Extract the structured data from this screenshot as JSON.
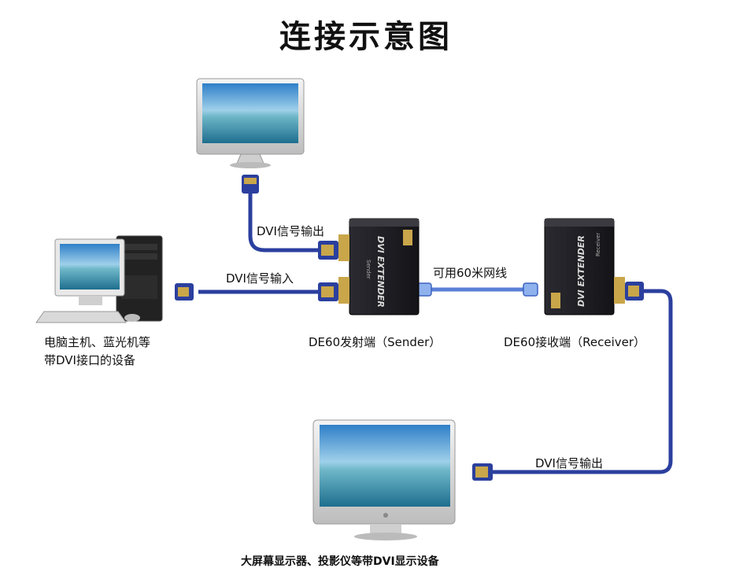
{
  "title": "连接示意图",
  "labels": {
    "dvi_out_top": "DVI信号输出",
    "dvi_in": "DVI信号输入",
    "cable": "可用60米网线",
    "dvi_out_right": "DVI信号输出"
  },
  "devices": {
    "source_line1": "电脑主机、蓝光机等",
    "source_line2": "带DVI接口的设备",
    "sender": "DE60发射端（Sender）",
    "receiver": "DE60接收端（Receiver）",
    "display": "大屏幕显示器、投影仪等带DVI显示设备"
  },
  "device_print": {
    "extender": "DVI EXTENDER",
    "sender_small": "Sender",
    "receiver_small": "Receiver"
  },
  "colors": {
    "cable": "#2b3f9e",
    "ethernet": "#5a7fd6",
    "device": "#1e1e22",
    "gold": "#c9a64a"
  }
}
